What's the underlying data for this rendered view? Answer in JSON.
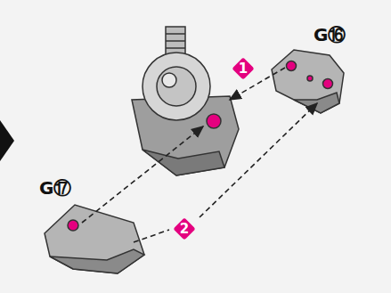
{
  "diagram": {
    "labels": [
      "G⑯",
      "1",
      "G⑰",
      "2"
    ]
  }
}
